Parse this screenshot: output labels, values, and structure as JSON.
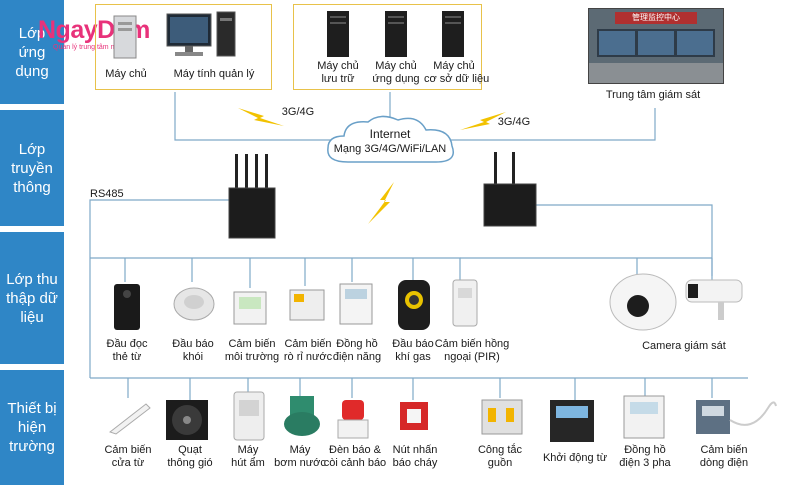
{
  "logo": {
    "text": "NgayDem",
    "tagline": "Quản lý trung tâm mát"
  },
  "layers": {
    "app": "Lớp ứng dụng",
    "transport": "Lớp truyền thông",
    "collect": "Lớp thu thập dữ liệu",
    "field": "Thiết bị hiện trường"
  },
  "app_devices": {
    "server": "Máy chủ",
    "pc": "Máy tính quản lý",
    "storage_server": "Máy chủ\nlưu trữ",
    "app_server": "Máy chủ\nứng dụng",
    "db_server": "Máy chủ\ncơ sở dữ liệu",
    "monitor_center": "Trung tâm giám sát",
    "monitor_center_sign": "管理监控中心"
  },
  "network": {
    "internet": "Internet",
    "mobile": "Mạng 3G/4G/WiFi/LAN",
    "link_left": "3G/4G",
    "link_right": "3G/4G",
    "rs485": "RS485"
  },
  "collect_devices": [
    "Đầu đọc\nthẻ từ",
    "Đầu báo\nkhói",
    "Cảm biến\nmôi trường",
    "Cảm biến\nrò rỉ nước",
    "Đồng hồ\nđiện năng",
    "Đầu báo\nkhí gas",
    "Cảm biến hồng\nngoại (PIR)",
    "Camera giám sát"
  ],
  "field_devices": [
    "Cảm biến\ncửa từ",
    "Quạt\nthông gió",
    "Máy\nhút ẩm",
    "Máy\nbơm nước",
    "Đèn báo &\ncòi cảnh báo",
    "Nút nhấn\nbáo cháy",
    "Công tắc\nguồn",
    "Khởi động từ",
    "Đồng hồ\nđiện 3 pha",
    "Cảm biến\ndòng điện"
  ],
  "colors": {
    "layer_bg": "#2f86c6",
    "box_border": "#e8c24a",
    "wire": "#7fa9c8",
    "bolt": "#f2c200",
    "logo": "#e8327a"
  }
}
